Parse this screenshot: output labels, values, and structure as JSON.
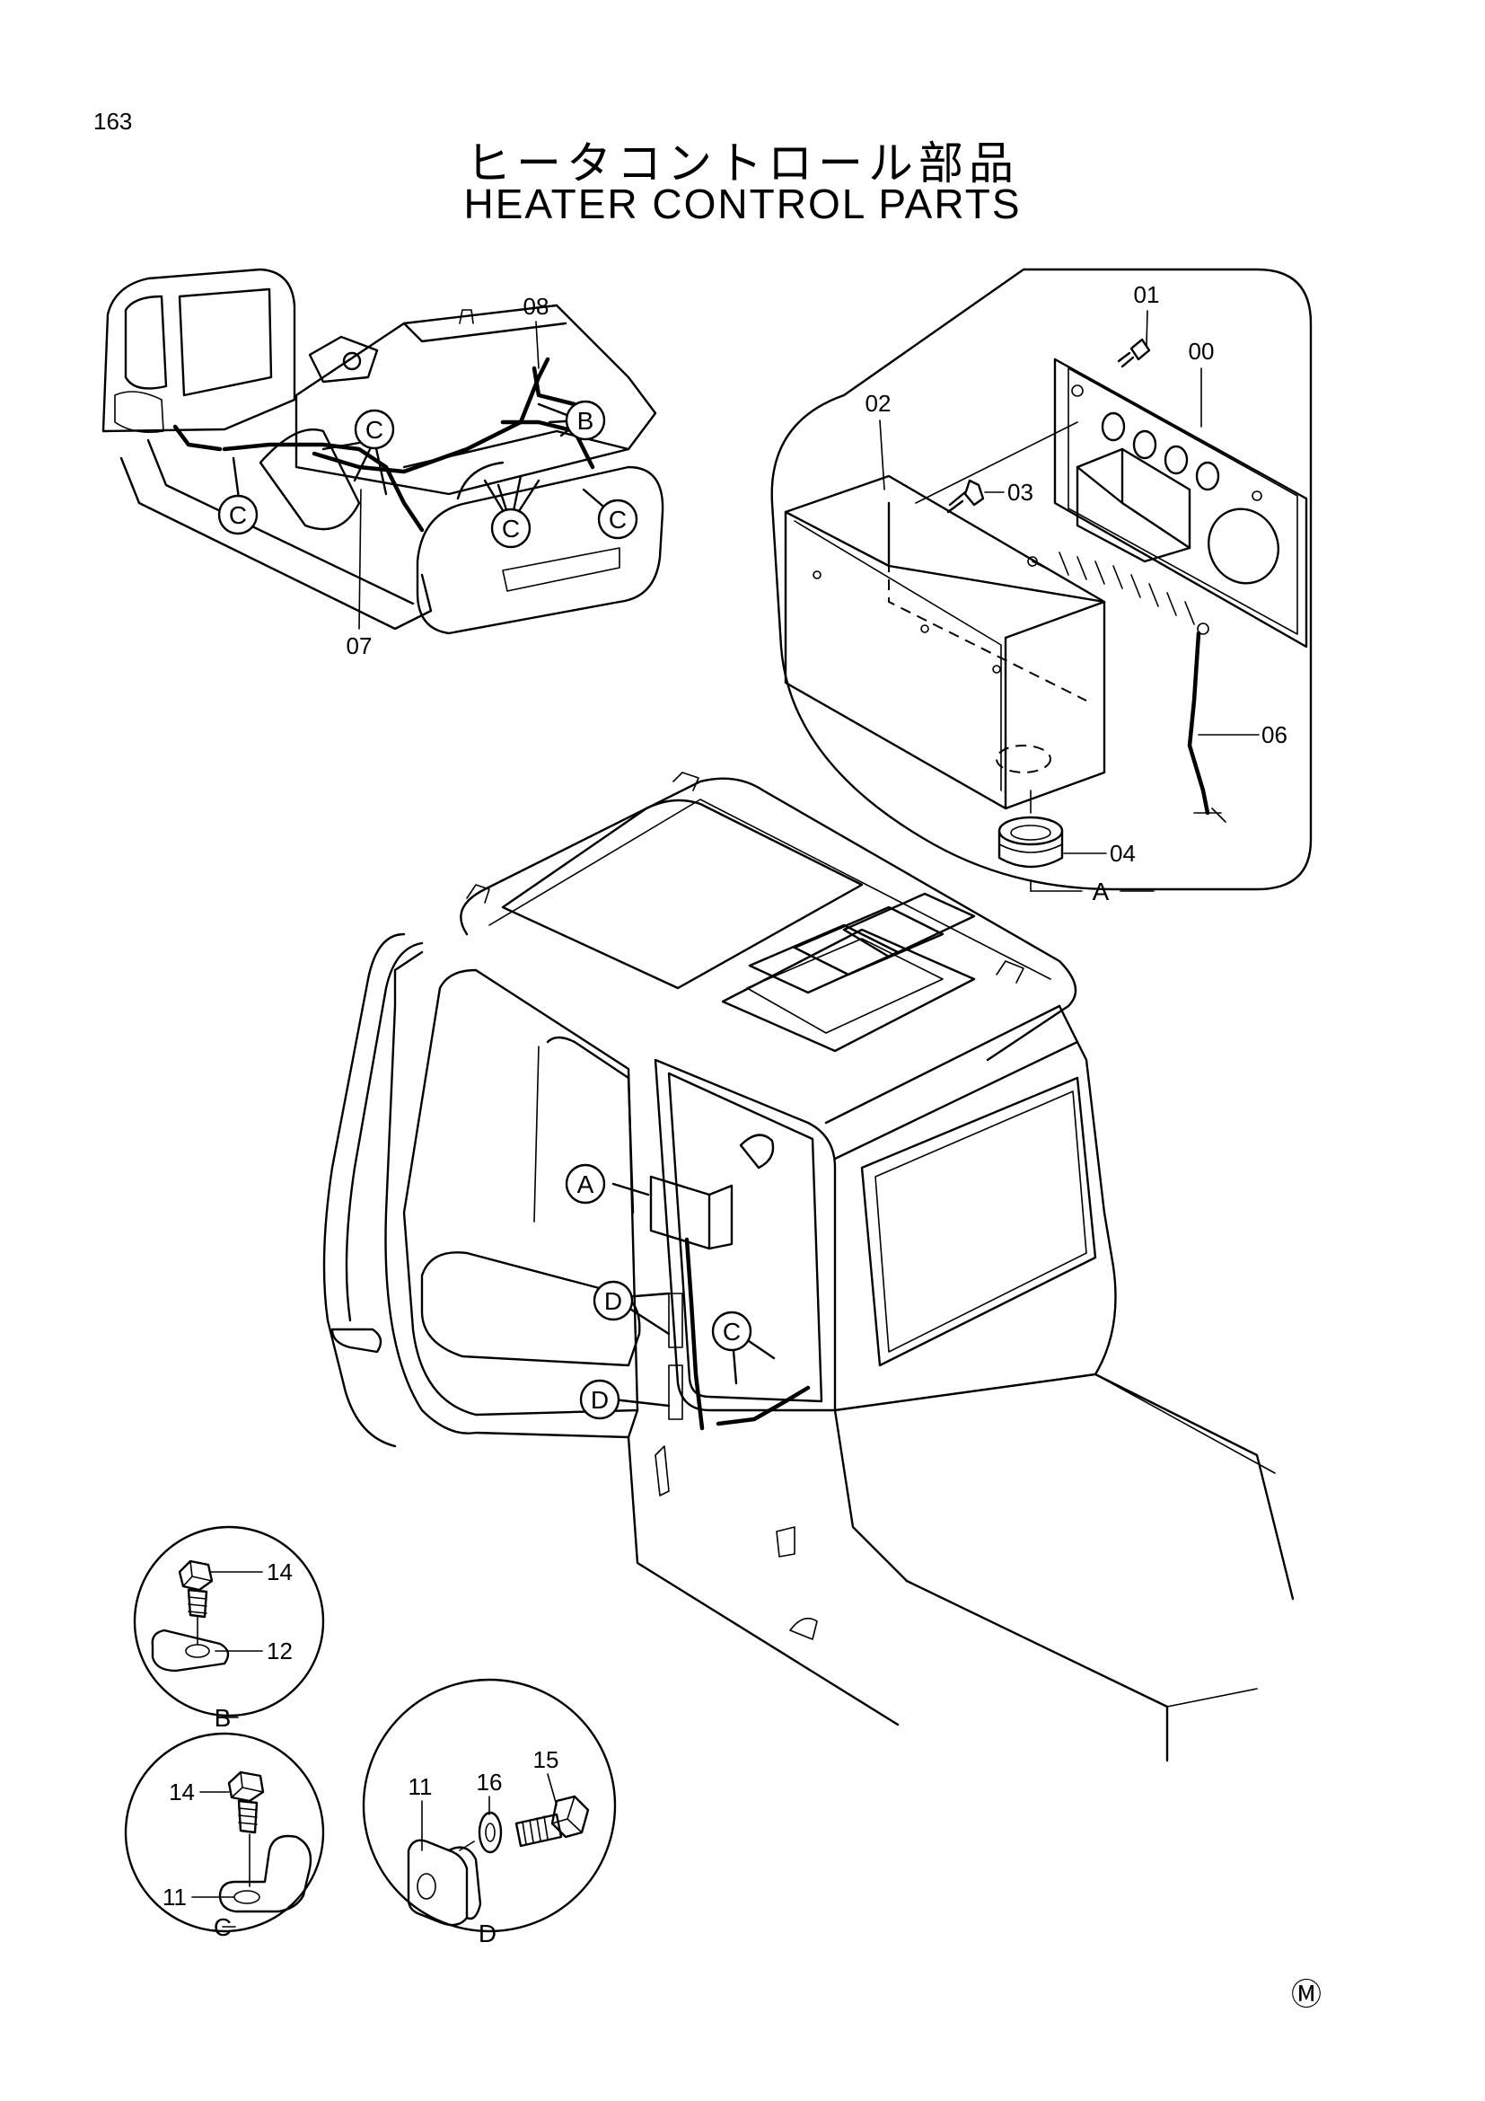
{
  "page_number": "163",
  "title_jp": "ヒータコントロール部品",
  "title_en": "HEATER CONTROL PARTS",
  "parts": {
    "p00": "00",
    "p01": "01",
    "p02": "02",
    "p03": "03",
    "p04": "04",
    "p06": "06",
    "p07": "07",
    "p08": "08",
    "p11": "11",
    "p12": "12",
    "p14": "14",
    "p15": "15",
    "p16": "16"
  },
  "views": {
    "a": "A",
    "b": "B",
    "c": "C",
    "d": "D"
  },
  "mark": "Ⓜ"
}
